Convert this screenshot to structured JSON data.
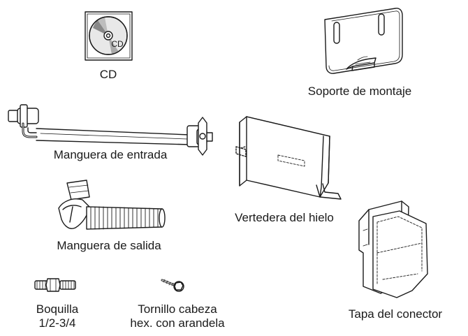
{
  "parts": {
    "cd": {
      "label": "CD",
      "disc_text": "CD"
    },
    "mounting_bracket": {
      "label": "Soporte de montaje"
    },
    "inlet_hose": {
      "label": "Manguera de entrada"
    },
    "ice_chute": {
      "label": "Vertedera del hielo"
    },
    "outlet_hose": {
      "label": "Manguera de salida"
    },
    "connector_cover": {
      "label": "Tapa del conector"
    },
    "nozzle": {
      "label_line1": "Boquilla",
      "label_line2": "1/2-3/4"
    },
    "hex_screw": {
      "label_line1": "Tornillo cabeza",
      "label_line2": "hex. con arandela"
    }
  }
}
